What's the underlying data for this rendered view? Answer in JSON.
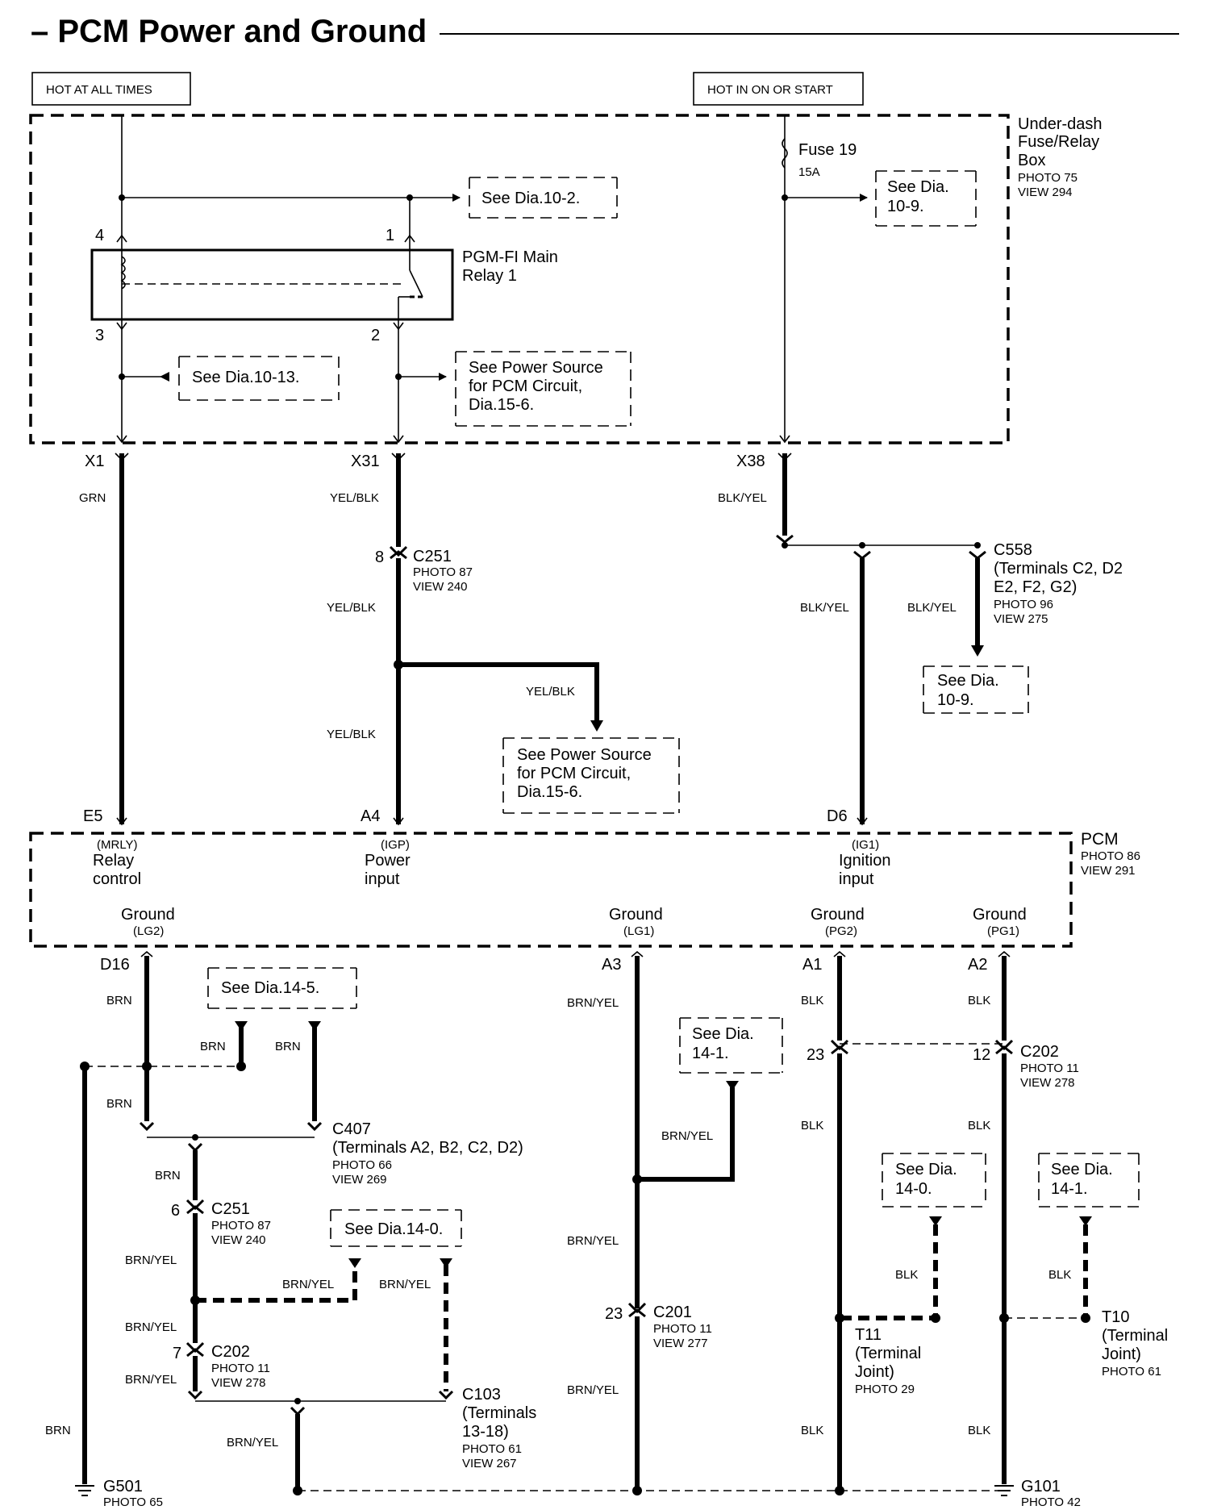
{
  "title": "– PCM Power and Ground",
  "hot_always": "HOT AT ALL TIMES",
  "hot_on_start": "HOT IN ON OR START",
  "fusebox": {
    "line1": "Under-dash",
    "line2": "Fuse/Relay",
    "line3": "Box",
    "photo": "PHOTO 75",
    "view": "VIEW 294"
  },
  "fuse": {
    "name": "Fuse 19",
    "rating": "15A"
  },
  "relay": {
    "line1": "PGM-FI Main",
    "line2": "Relay 1",
    "pin4": "4",
    "pin1": "1",
    "pin3": "3",
    "pin2": "2"
  },
  "refs": {
    "d10_2": "See Dia.10-2.",
    "d10_9a_1": "See Dia.",
    "d10_9a_2": "10-9.",
    "d10_13": "See Dia.10-13.",
    "ps1_1": "See Power Source",
    "ps1_2": "for PCM Circuit,",
    "ps1_3": "Dia.15-6.",
    "ps2_1": "See Power Source",
    "ps2_2": "for PCM Circuit,",
    "ps2_3": "Dia.15-6.",
    "d10_9b_1": "See Dia.",
    "d10_9b_2": "10-9.",
    "d14_5": "See Dia.14-5.",
    "d14_1a_1": "See Dia.",
    "d14_1a_2": "14-1.",
    "d14_0a": "See Dia.14-0.",
    "d14_0b_1": "See Dia.",
    "d14_0b_2": "14-0.",
    "d14_1b_1": "See Dia.",
    "d14_1b_2": "14-1."
  },
  "terminals": {
    "x1": "X1",
    "x31": "X31",
    "x38": "X38",
    "e5": "E5",
    "a4": "A4",
    "d6": "D6",
    "d16": "D16",
    "a3": "A3",
    "a1": "A1",
    "a2": "A2"
  },
  "wires": {
    "grn": "GRN",
    "yelblk": "YEL/BLK",
    "blkyel": "BLK/YEL",
    "brn": "BRN",
    "brnyel": "BRN/YEL",
    "blk": "BLK"
  },
  "c251a": {
    "pin": "8",
    "name": "C251",
    "photo": "PHOTO 87",
    "view": "VIEW 240"
  },
  "c558": {
    "name": "C558",
    "l2": "(Terminals C2, D2",
    "l3": "E2, F2, G2)",
    "photo": "PHOTO 96",
    "view": "VIEW 275"
  },
  "pcm": {
    "name": "PCM",
    "photo": "PHOTO 86",
    "view": "VIEW 291",
    "mrly": "(MRLY)",
    "relay1": "Relay",
    "relay2": "control",
    "igp": "(IGP)",
    "power1": "Power",
    "power2": "input",
    "ig1": "(IG1)",
    "ign1": "Ignition",
    "ign2": "input",
    "ground": "Ground",
    "lg2": "(LG2)",
    "lg1": "(LG1)",
    "pg2": "(PG2)",
    "pg1": "(PG1)"
  },
  "c407": {
    "name": "C407",
    "l2": "(Terminals A2, B2, C2, D2)",
    "photo": "PHOTO 66",
    "view": "VIEW 269"
  },
  "c251b": {
    "pin": "6",
    "name": "C251",
    "photo": "PHOTO 87",
    "view": "VIEW 240"
  },
  "c202a": {
    "pin": "7",
    "name": "C202",
    "photo": "PHOTO 11",
    "view": "VIEW 278"
  },
  "c103": {
    "name": "C103",
    "l2": "(Terminals",
    "l3": "13-18)",
    "photo": "PHOTO 61",
    "view": "VIEW 267"
  },
  "c201": {
    "pin": "23",
    "name": "C201",
    "photo": "PHOTO 11",
    "view": "VIEW 277"
  },
  "c202b": {
    "pin23": "23",
    "pin12": "12",
    "name": "C202",
    "photo": "PHOTO 11",
    "view": "VIEW 278"
  },
  "t11": {
    "name": "T11",
    "l2": "(Terminal",
    "l3": "Joint)",
    "photo": "PHOTO 29"
  },
  "t10": {
    "name": "T10",
    "l2": "(Terminal",
    "l3": "Joint)",
    "photo": "PHOTO 61"
  },
  "g501": {
    "name": "G501",
    "photo": "PHOTO 65"
  },
  "g101": {
    "name": "G101",
    "photo": "PHOTO 42"
  }
}
